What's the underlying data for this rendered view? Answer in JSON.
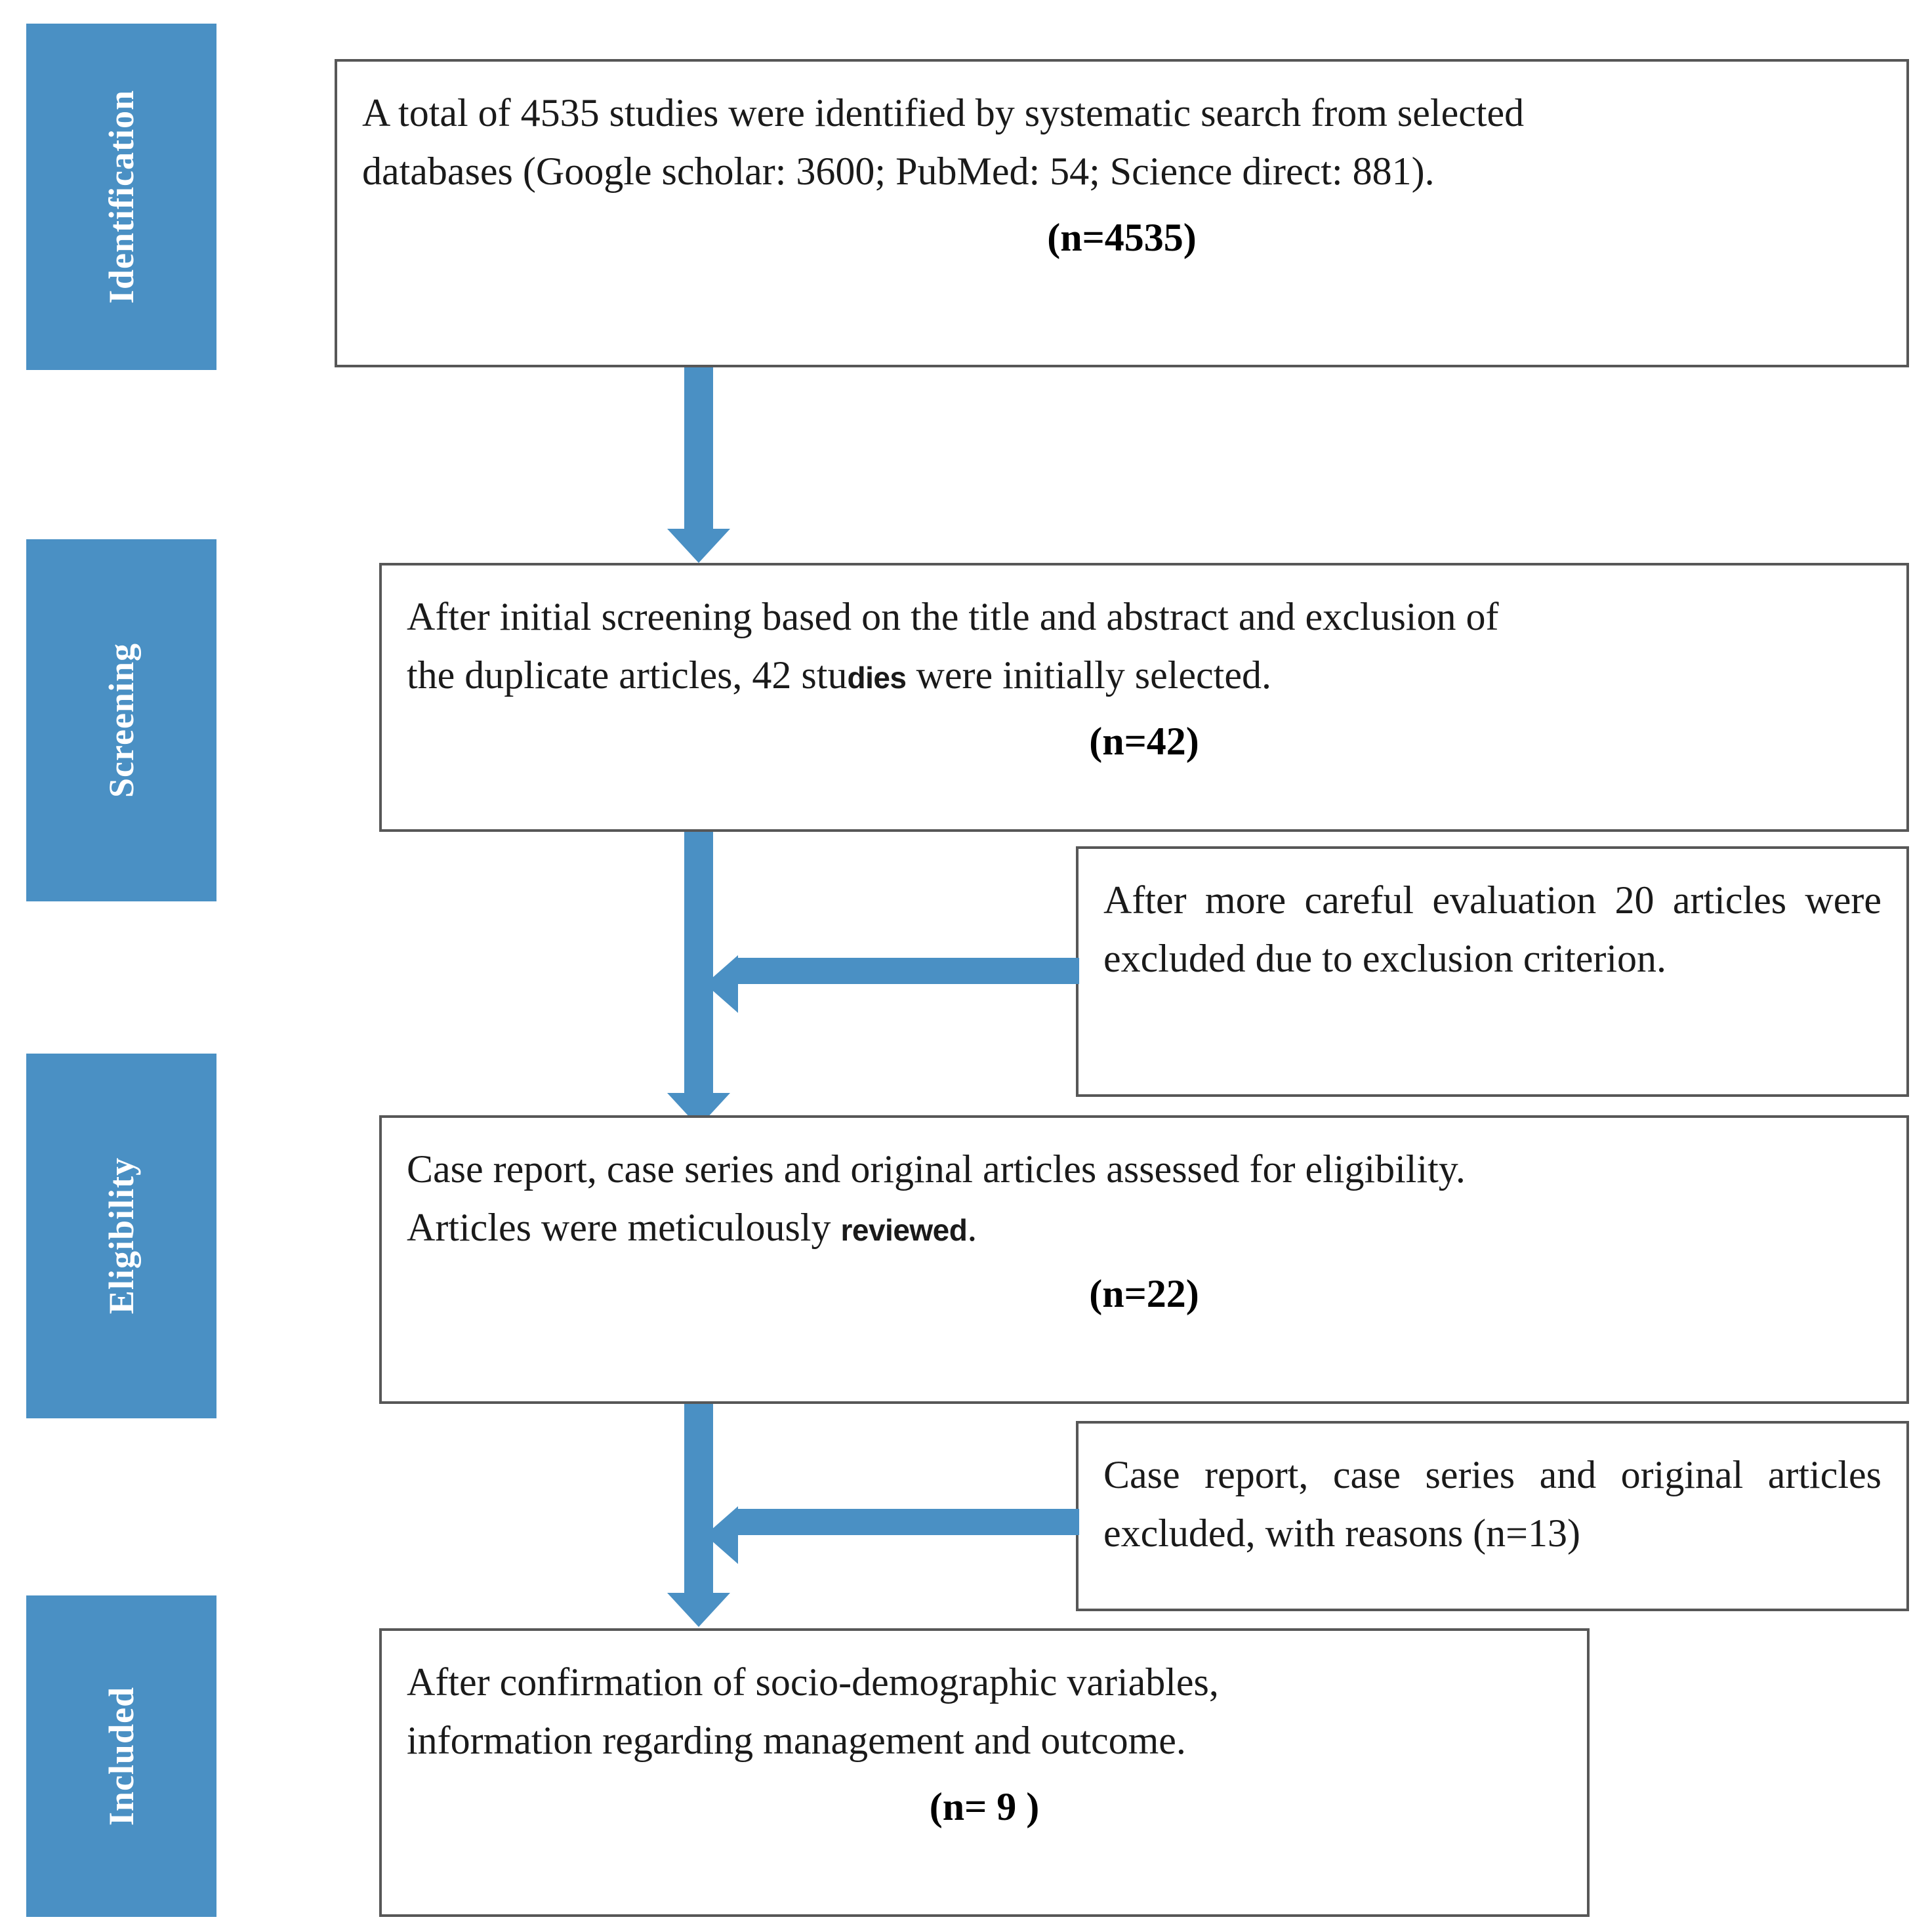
{
  "diagram": {
    "title": "PRISMA study selection flow diagram",
    "accent_color": "#4A90C4",
    "box_border_color": "#575757",
    "stage_label_text_color": "#FFFFFF"
  },
  "stages": [
    {
      "id": "identification",
      "label": "Identification"
    },
    {
      "id": "screening",
      "label": "Screening"
    },
    {
      "id": "eligibility",
      "label": "Eligibility"
    },
    {
      "id": "included",
      "label": "Included"
    }
  ],
  "boxes": {
    "identification": {
      "line1": "A total of 4535 studies were identified by systematic search from selected",
      "line2": "databases (Google scholar: 3600; PubMed: 54; Science direct: 881).",
      "count": "(n=4535)"
    },
    "screening": {
      "line1": "After initial screening based on the title and abstract and exclusion of",
      "line2_before": "the duplicate articles, 42 stu",
      "line2_odd": "dies",
      "line2_after": " were initially selected.",
      "count": "(n=42)"
    },
    "excluded_screening": {
      "text": "After more careful evaluation 20 articles were excluded due to exclusion criterion."
    },
    "eligibility": {
      "line1": "Case report, case series and original articles assessed for eligibility.",
      "line2_before": "Articles were meticulously ",
      "line2_odd": "reviewed",
      "line2_after": ".",
      "count": "(n=22)"
    },
    "excluded_eligibility": {
      "text": "Case report, case series and original articles excluded, with reasons (n=13)"
    },
    "included": {
      "line1": "After confirmation of socio-demographic variables,",
      "line2": "information regarding management and outcome.",
      "count": "(n= 9 )"
    }
  },
  "chart_data": {
    "type": "flow",
    "title": "PRISMA flow of study identification, screening, eligibility and inclusion",
    "nodes": [
      {
        "stage": "Identification",
        "label": "A total of 4535 studies were identified by systematic search from selected databases (Google scholar: 3600; PubMed: 54; Science direct: 881).",
        "n": 4535
      },
      {
        "stage": "Screening",
        "label": "After initial screening based on the title and abstract and exclusion of the duplicate articles, 42 studies were initially selected.",
        "n": 42
      },
      {
        "stage": "Screening-exclusion",
        "label": "After more careful evaluation 20 articles were excluded due to exclusion criterion.",
        "n": 20
      },
      {
        "stage": "Eligibility",
        "label": "Case report, case series and original articles assessed for eligibility. Articles were meticulously reviewed.",
        "n": 22
      },
      {
        "stage": "Eligibility-exclusion",
        "label": "Case report, case series and original articles excluded, with reasons (n=13)",
        "n": 13
      },
      {
        "stage": "Included",
        "label": "After confirmation of socio-demographic variables, information regarding management and outcome.",
        "n": 9
      }
    ],
    "sources": [
      {
        "name": "Google scholar",
        "count": 3600
      },
      {
        "name": "PubMed",
        "count": 54
      },
      {
        "name": "Science direct",
        "count": 881
      }
    ]
  }
}
